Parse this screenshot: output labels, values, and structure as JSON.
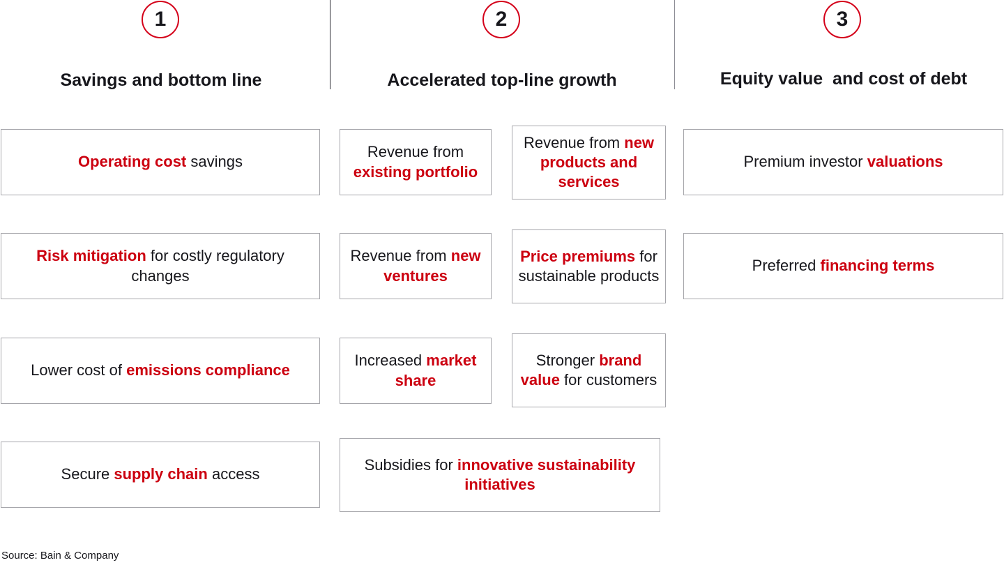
{
  "page": {
    "background": "#ffffff",
    "accent_red": "#cc0010",
    "text_color": "#17171c",
    "box_border": "#a6a6ab"
  },
  "columns": [
    {
      "number": "1",
      "heading": "Savings and bottom line"
    },
    {
      "number": "2",
      "heading": "Accelerated top-line growth"
    },
    {
      "number": "3",
      "heading": "Equity value  and cost of debt"
    }
  ],
  "boxes": {
    "c1r1": {
      "parts": [
        {
          "t": "Operating cost",
          "b": true
        },
        {
          "t": " savings",
          "b": false
        }
      ]
    },
    "c1r2": {
      "parts": [
        {
          "t": "Risk mitigation",
          "b": true
        },
        {
          "t": " for costly regulatory changes",
          "b": false
        }
      ]
    },
    "c1r3": {
      "parts": [
        {
          "t": "Lower cost of ",
          "b": false
        },
        {
          "t": "emissions compliance",
          "b": true
        }
      ]
    },
    "c1r4": {
      "parts": [
        {
          "t": "Secure ",
          "b": false
        },
        {
          "t": "supply chain",
          "b": true
        },
        {
          "t": " access",
          "b": false
        }
      ]
    },
    "c2ar1": {
      "parts": [
        {
          "t": "Revenue from ",
          "b": false
        },
        {
          "t": "existing portfolio",
          "b": true
        }
      ]
    },
    "c2ar2": {
      "parts": [
        {
          "t": "Revenue from ",
          "b": false
        },
        {
          "t": "new ventures",
          "b": true
        }
      ]
    },
    "c2ar3": {
      "parts": [
        {
          "t": "Increased ",
          "b": false
        },
        {
          "t": "market share",
          "b": true
        }
      ]
    },
    "c2br1": {
      "parts": [
        {
          "t": "Revenue from ",
          "b": false
        },
        {
          "t": "new products and services",
          "b": true
        }
      ]
    },
    "c2br2": {
      "parts": [
        {
          "t": "Price premiums",
          "b": true
        },
        {
          "t": " for sustainable products",
          "b": false
        }
      ]
    },
    "c2br3": {
      "parts": [
        {
          "t": "Stronger ",
          "b": false
        },
        {
          "t": "brand value",
          "b": true
        },
        {
          "t": " for customers",
          "b": false
        }
      ]
    },
    "c2wide": {
      "parts": [
        {
          "t": "Subsidies for ",
          "b": false
        },
        {
          "t": "innovative sustainability initiatives",
          "b": true
        }
      ]
    },
    "c3r1": {
      "parts": [
        {
          "t": "Premium investor ",
          "b": false
        },
        {
          "t": "valuations",
          "b": true
        }
      ]
    },
    "c3r2": {
      "parts": [
        {
          "t": "Preferred ",
          "b": false
        },
        {
          "t": "financing terms",
          "b": true
        }
      ]
    }
  },
  "footer": {
    "source": "Source: Bain & Company"
  }
}
